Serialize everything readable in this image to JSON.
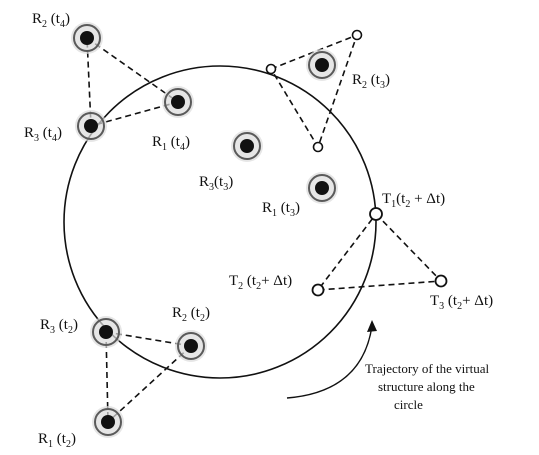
{
  "colors": {
    "ink": "#111111",
    "ring": "#5a5a5a",
    "halo": "#d8d8d8",
    "background": "#ffffff"
  },
  "robots": [
    {
      "id": "r2-t4",
      "label": "R2 (t4)",
      "name": "R",
      "sub": "2",
      "time": "t",
      "time_sub": "4",
      "suffix": ""
    },
    {
      "id": "r3-t4",
      "label": "R3 (t4)",
      "name": "R",
      "sub": "3",
      "time": "t",
      "time_sub": "4",
      "suffix": ""
    },
    {
      "id": "r1-t4",
      "label": "R1 (t4)",
      "name": "R",
      "sub": "1",
      "time": "t",
      "time_sub": "4",
      "suffix": ""
    },
    {
      "id": "r3-t3",
      "label": "R3(t3)",
      "name": "R",
      "sub": "3",
      "time": "t",
      "time_sub": "3",
      "suffix": ""
    },
    {
      "id": "r1-t3",
      "label": "R1 (t3)",
      "name": "R",
      "sub": "1",
      "time": "t",
      "time_sub": "3",
      "suffix": ""
    },
    {
      "id": "r2-t3",
      "label": "R2 (t3)",
      "name": "R",
      "sub": "2",
      "time": "t",
      "time_sub": "3",
      "suffix": ""
    },
    {
      "id": "r3-t2",
      "label": "R3 (t2)",
      "name": "R",
      "sub": "3",
      "time": "t",
      "time_sub": "2",
      "suffix": ""
    },
    {
      "id": "r2-t2",
      "label": "R2 (t2)",
      "name": "R",
      "sub": "2",
      "time": "t",
      "time_sub": "2",
      "suffix": ""
    },
    {
      "id": "r1-t2",
      "label": "R1 (t2)",
      "name": "R",
      "sub": "1",
      "time": "t",
      "time_sub": "2",
      "suffix": ""
    }
  ],
  "targets": [
    {
      "id": "t1",
      "label": "T1(t2 + Δt)",
      "name": "T",
      "sub": "1",
      "time": "t",
      "time_sub": "2",
      "suffix": " + Δt)"
    },
    {
      "id": "t2",
      "label": "T2 (t2+ Δt)",
      "name": "T",
      "sub": "2",
      "time": "t",
      "time_sub": "2",
      "suffix": "+ Δt)"
    },
    {
      "id": "t3",
      "label": "T3 (t2+ Δt)",
      "name": "T",
      "sub": "3",
      "time": "t",
      "time_sub": "2",
      "suffix": "+ Δt)"
    }
  ],
  "annotation": {
    "lines": [
      "Trajectory of the virtual",
      "structure along the",
      "circle"
    ]
  }
}
